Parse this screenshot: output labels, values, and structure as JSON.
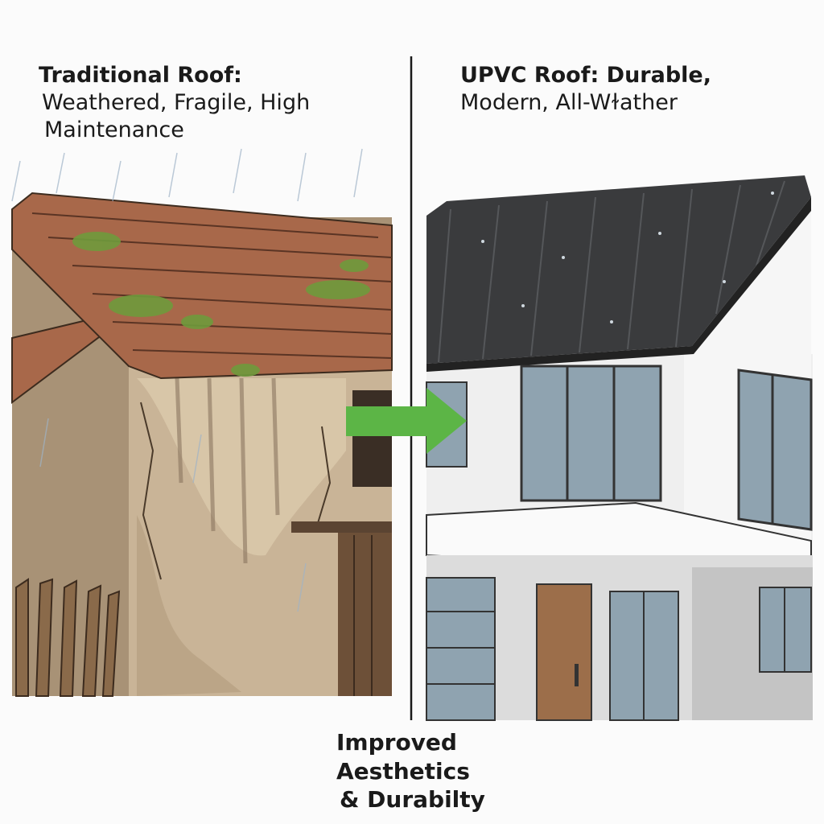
{
  "left_panel": {
    "title": "Traditional Roof:",
    "subtitle_line1": "Weathered, Fragile, High",
    "subtitle_line2": "Maintenance"
  },
  "right_panel": {
    "title": "UPVC Roof: Durable,",
    "subtitle": "Modern, All-Wɫather"
  },
  "caption": {
    "line1": "Improved",
    "line2": "Aesthetics",
    "line3": "& Durabilty"
  },
  "colors": {
    "arrow": "#5cb546",
    "clay_tile": "#a8684a",
    "wall_old": "#b39a7c",
    "upvc_roof": "#3a3b3d",
    "wall_new": "#efefef",
    "glass": "#8fa3b0",
    "door": "#9c6e4a"
  },
  "icons": [
    "arrow-right-icon"
  ]
}
